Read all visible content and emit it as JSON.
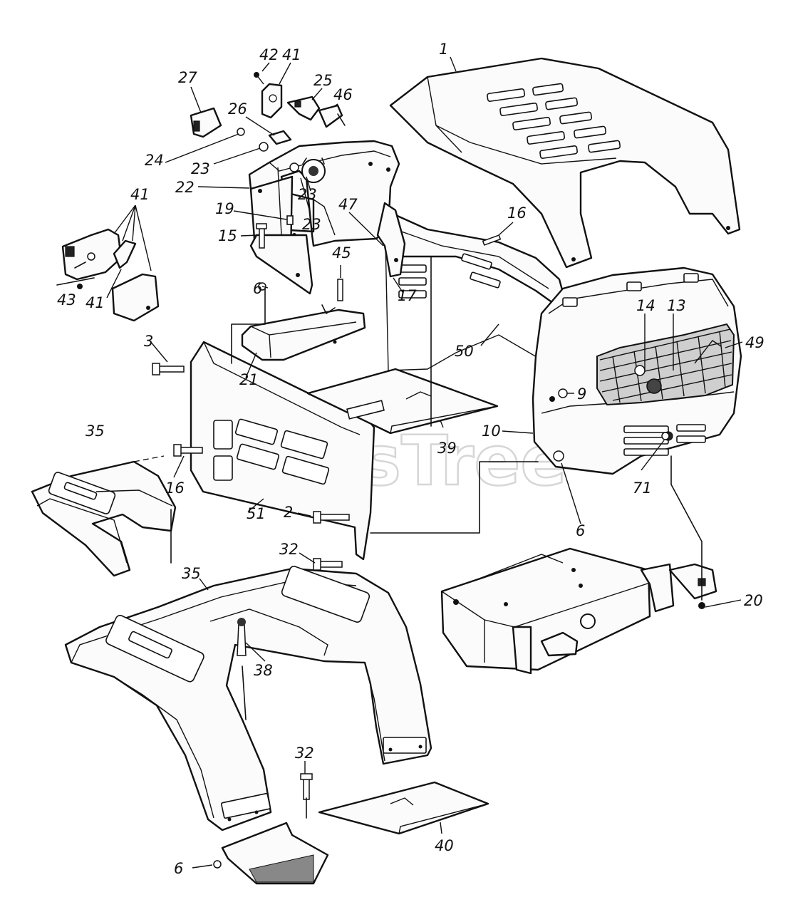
{
  "diagram": {
    "watermark": "PartsTree",
    "watermark_tm": "TM",
    "callouts": [
      {
        "id": "c-1",
        "text": "1"
      },
      {
        "id": "c-42",
        "text": "42"
      },
      {
        "id": "c-41a",
        "text": "41"
      },
      {
        "id": "c-27",
        "text": "27"
      },
      {
        "id": "c-25",
        "text": "25"
      },
      {
        "id": "c-46",
        "text": "46"
      },
      {
        "id": "c-26",
        "text": "26"
      },
      {
        "id": "c-24",
        "text": "24"
      },
      {
        "id": "c-23a",
        "text": "23"
      },
      {
        "id": "c-22",
        "text": "22"
      },
      {
        "id": "c-19",
        "text": "19"
      },
      {
        "id": "c-23b",
        "text": "23"
      },
      {
        "id": "c-23c",
        "text": "23"
      },
      {
        "id": "c-41b",
        "text": "41"
      },
      {
        "id": "c-15",
        "text": "15"
      },
      {
        "id": "c-47",
        "text": "47"
      },
      {
        "id": "c-16a",
        "text": "16"
      },
      {
        "id": "c-45",
        "text": "45"
      },
      {
        "id": "c-6a",
        "text": "6"
      },
      {
        "id": "c-43",
        "text": "43"
      },
      {
        "id": "c-41c",
        "text": "41"
      },
      {
        "id": "c-17",
        "text": "17"
      },
      {
        "id": "c-14",
        "text": "14"
      },
      {
        "id": "c-13",
        "text": "13"
      },
      {
        "id": "c-3",
        "text": "3"
      },
      {
        "id": "c-49",
        "text": "49"
      },
      {
        "id": "c-50",
        "text": "50"
      },
      {
        "id": "c-21",
        "text": "21"
      },
      {
        "id": "c-9",
        "text": "9"
      },
      {
        "id": "c-35a",
        "text": "35"
      },
      {
        "id": "c-10",
        "text": "10"
      },
      {
        "id": "c-39",
        "text": "39"
      },
      {
        "id": "c-16b",
        "text": "16"
      },
      {
        "id": "c-71",
        "text": "71"
      },
      {
        "id": "c-2",
        "text": "2"
      },
      {
        "id": "c-51",
        "text": "51"
      },
      {
        "id": "c-6b",
        "text": "6"
      },
      {
        "id": "c-32a",
        "text": "32"
      },
      {
        "id": "c-35b",
        "text": "35"
      },
      {
        "id": "c-20",
        "text": "20"
      },
      {
        "id": "c-38",
        "text": "38"
      },
      {
        "id": "c-32b",
        "text": "32"
      },
      {
        "id": "c-40",
        "text": "40"
      },
      {
        "id": "c-6c",
        "text": "6"
      }
    ]
  }
}
